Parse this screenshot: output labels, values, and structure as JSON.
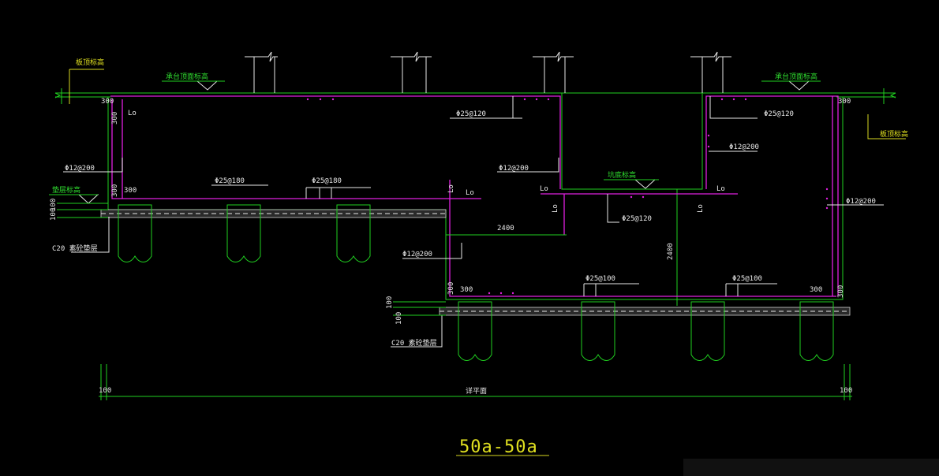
{
  "drawing": {
    "title": "50a-50a",
    "labels": {
      "top_left_yellow": "板顶标高",
      "top_left_green": "承台顶面标高",
      "top_right_green": "承台顶面标高",
      "right_yellow": "板顶标高",
      "left_bottom_green": "垫层标高",
      "mid_green": "坑底标高",
      "cushion_left": "C20 素砼垫层",
      "cushion_right": "C20 素砼垫层",
      "bottom_dim_text": "详平面"
    },
    "rebar": {
      "r1": "Φ25@120",
      "r2": "Φ25@120",
      "r3": "Φ12@200",
      "r4": "Φ12@200",
      "r5": "Φ25@180",
      "r6": "Φ25@180",
      "r7": "Φ12@200",
      "r8": "Φ25@120",
      "r9": "Φ12@200",
      "r10": "Φ12@200",
      "r11": "Φ25@100",
      "r12": "Φ25@100"
    },
    "dims": {
      "d300a": "300",
      "d300b": "300",
      "d300c": "300",
      "d300d": "300",
      "d300e": "300",
      "d300f": "300",
      "d300g": "300",
      "d300h": "300",
      "d300i": "300",
      "d100a": "100",
      "d100b": "100",
      "d100c": "100",
      "d100d": "100",
      "d100e": "100",
      "d100f": "100",
      "d2400a": "2400",
      "d2400b": "2400",
      "lo": "Lo"
    }
  }
}
